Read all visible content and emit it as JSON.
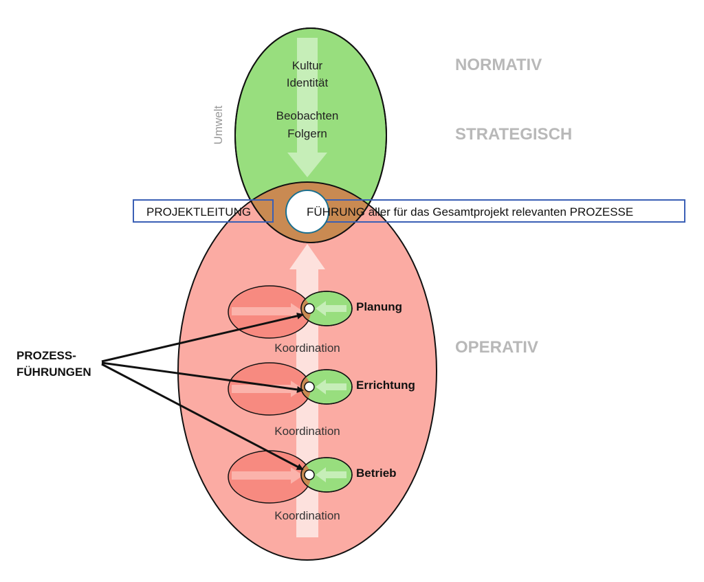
{
  "top_ellipse": {
    "lines": [
      "Kultur",
      "Identität",
      "Beobachten",
      "Folgern"
    ]
  },
  "umwelt_label": "Umwelt",
  "levels": {
    "normativ": "NORMATIV",
    "strategisch": "STRATEGISCH",
    "operativ": "OPERATIV"
  },
  "projektleitung_box": "PROJEKTLEITUNG",
  "fuehrung_box": "FÜHRUNG aller für das Gesamtprojekt relevanten PROZESSE",
  "processes": [
    {
      "name": "Planung",
      "coordination": "Koordination"
    },
    {
      "name": "Errichtung",
      "coordination": "Koordination"
    },
    {
      "name": "Betrieb",
      "coordination": "Koordination"
    }
  ],
  "prozess_fuehrungen": [
    "PROZESS-",
    "FÜHRUNGEN"
  ],
  "colors": {
    "green": "#98de7e",
    "red": "#fbaba3",
    "red_dark": "#f78a80",
    "brown": "#c98a52",
    "box_border": "#3a5fb5",
    "level_gray": "#b8b8b8"
  }
}
